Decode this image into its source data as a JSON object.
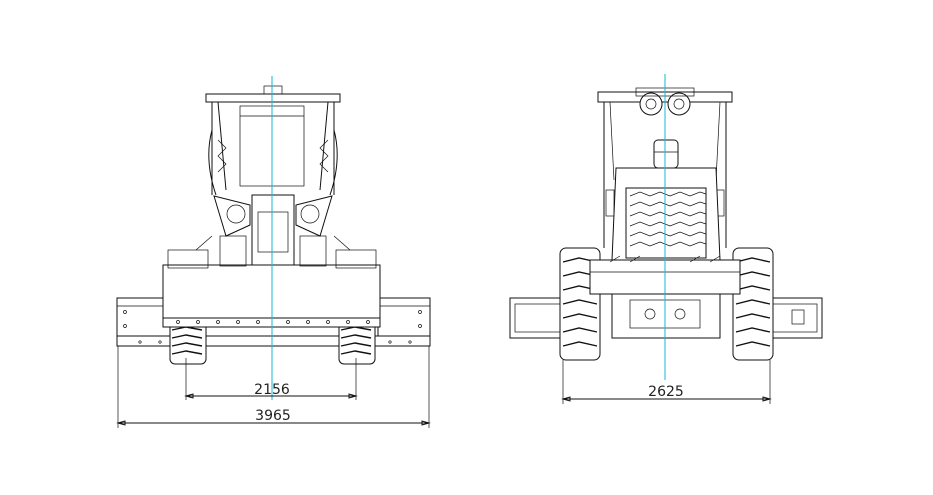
{
  "front_view": {
    "dim_track": "2156",
    "dim_overall": "3965"
  },
  "rear_view": {
    "dim_track": "2625"
  },
  "colors": {
    "line": "#111111",
    "centerline": "#19b7d6",
    "background": "#ffffff"
  }
}
